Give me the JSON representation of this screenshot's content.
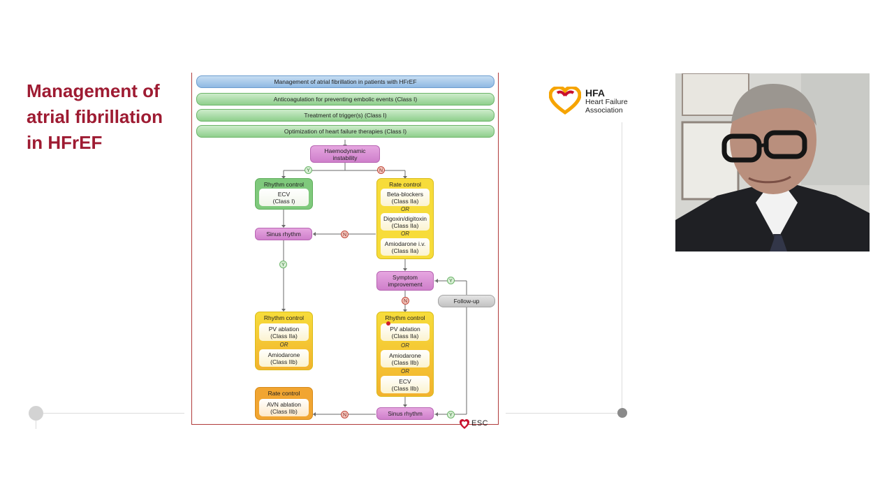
{
  "slide": {
    "title": "Management of\natrial fibrillation\nin HFrEF",
    "accent_color": "#9e1b32"
  },
  "logo": {
    "abbr": "HFA",
    "name": "Heart Failure\nAssociation",
    "icon": "hfa-heart-icon"
  },
  "flowchart": {
    "bars": [
      "Management of atrial fibrillation in patients with HFrEF",
      "Anticoagulation for preventing embolic events (Class I)",
      "Treatment of trigger(s) (Class I)",
      "Optimization of heart failure therapies (Class I)"
    ],
    "haemodynamic": "Haemodynamic\ninstability",
    "rhythm_control_1": {
      "title": "Rhythm control",
      "items": [
        "ECV\n(Class I)"
      ]
    },
    "rate_control_1": {
      "title": "Rate control",
      "items": [
        "Beta-blockers\n(Class IIa)",
        "Digoxin/digitoxin\n(Class IIa)",
        "Amiodarone i.v.\n(Class IIa)"
      ]
    },
    "sinus_rhythm_1": "Sinus rhythm",
    "symptom_improvement": "Symptom\nimprovement",
    "follow_up": "Follow-up",
    "rhythm_control_2": {
      "title": "Rhythm control",
      "items": [
        "PV ablation\n(Class IIa)",
        "Amiodarone\n(Class IIb)"
      ]
    },
    "rhythm_control_3": {
      "title": "Rhythm control",
      "items": [
        "PV ablation\n(Class IIa)",
        "Amiodarone\n(Class IIb)",
        "ECV\n(Class IIb)"
      ]
    },
    "rate_control_2": {
      "title": "Rate control",
      "items": [
        "AVN ablation\n(Class IIb)"
      ]
    },
    "sinus_rhythm_2": "Sinus rhythm",
    "or_label": "OR",
    "yes_label": "Y",
    "no_label": "N",
    "esc_label": "ESC"
  }
}
